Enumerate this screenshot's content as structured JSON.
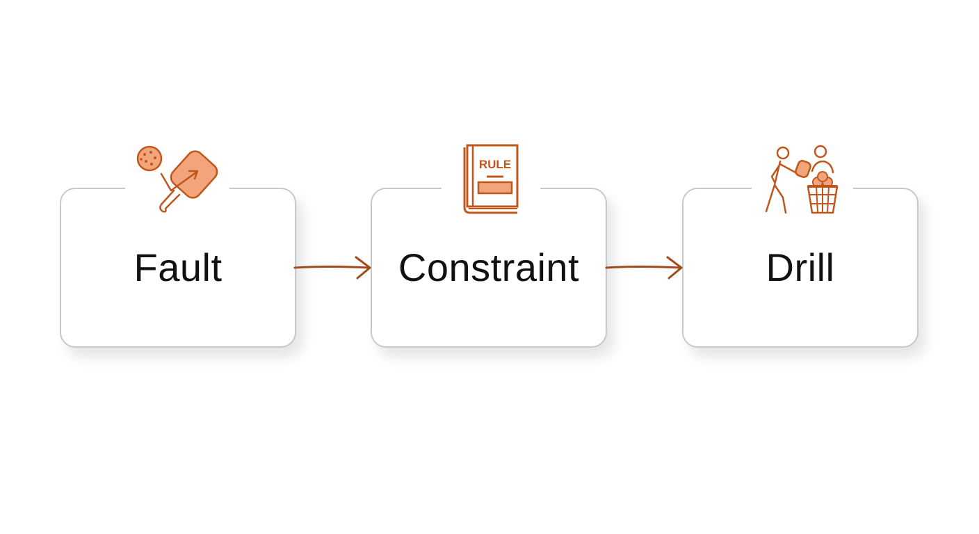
{
  "colors": {
    "accent": "#c0561c",
    "accent_fill": "#f2a57a",
    "card_border": "#c8c8c8",
    "text": "#111111"
  },
  "steps": [
    {
      "label": "Fault",
      "icon": "pickleball-paddle-icon"
    },
    {
      "label": "Constraint",
      "icon": "rule-book-icon",
      "icon_text": "RULE"
    },
    {
      "label": "Drill",
      "icon": "players-ball-basket-icon"
    }
  ]
}
